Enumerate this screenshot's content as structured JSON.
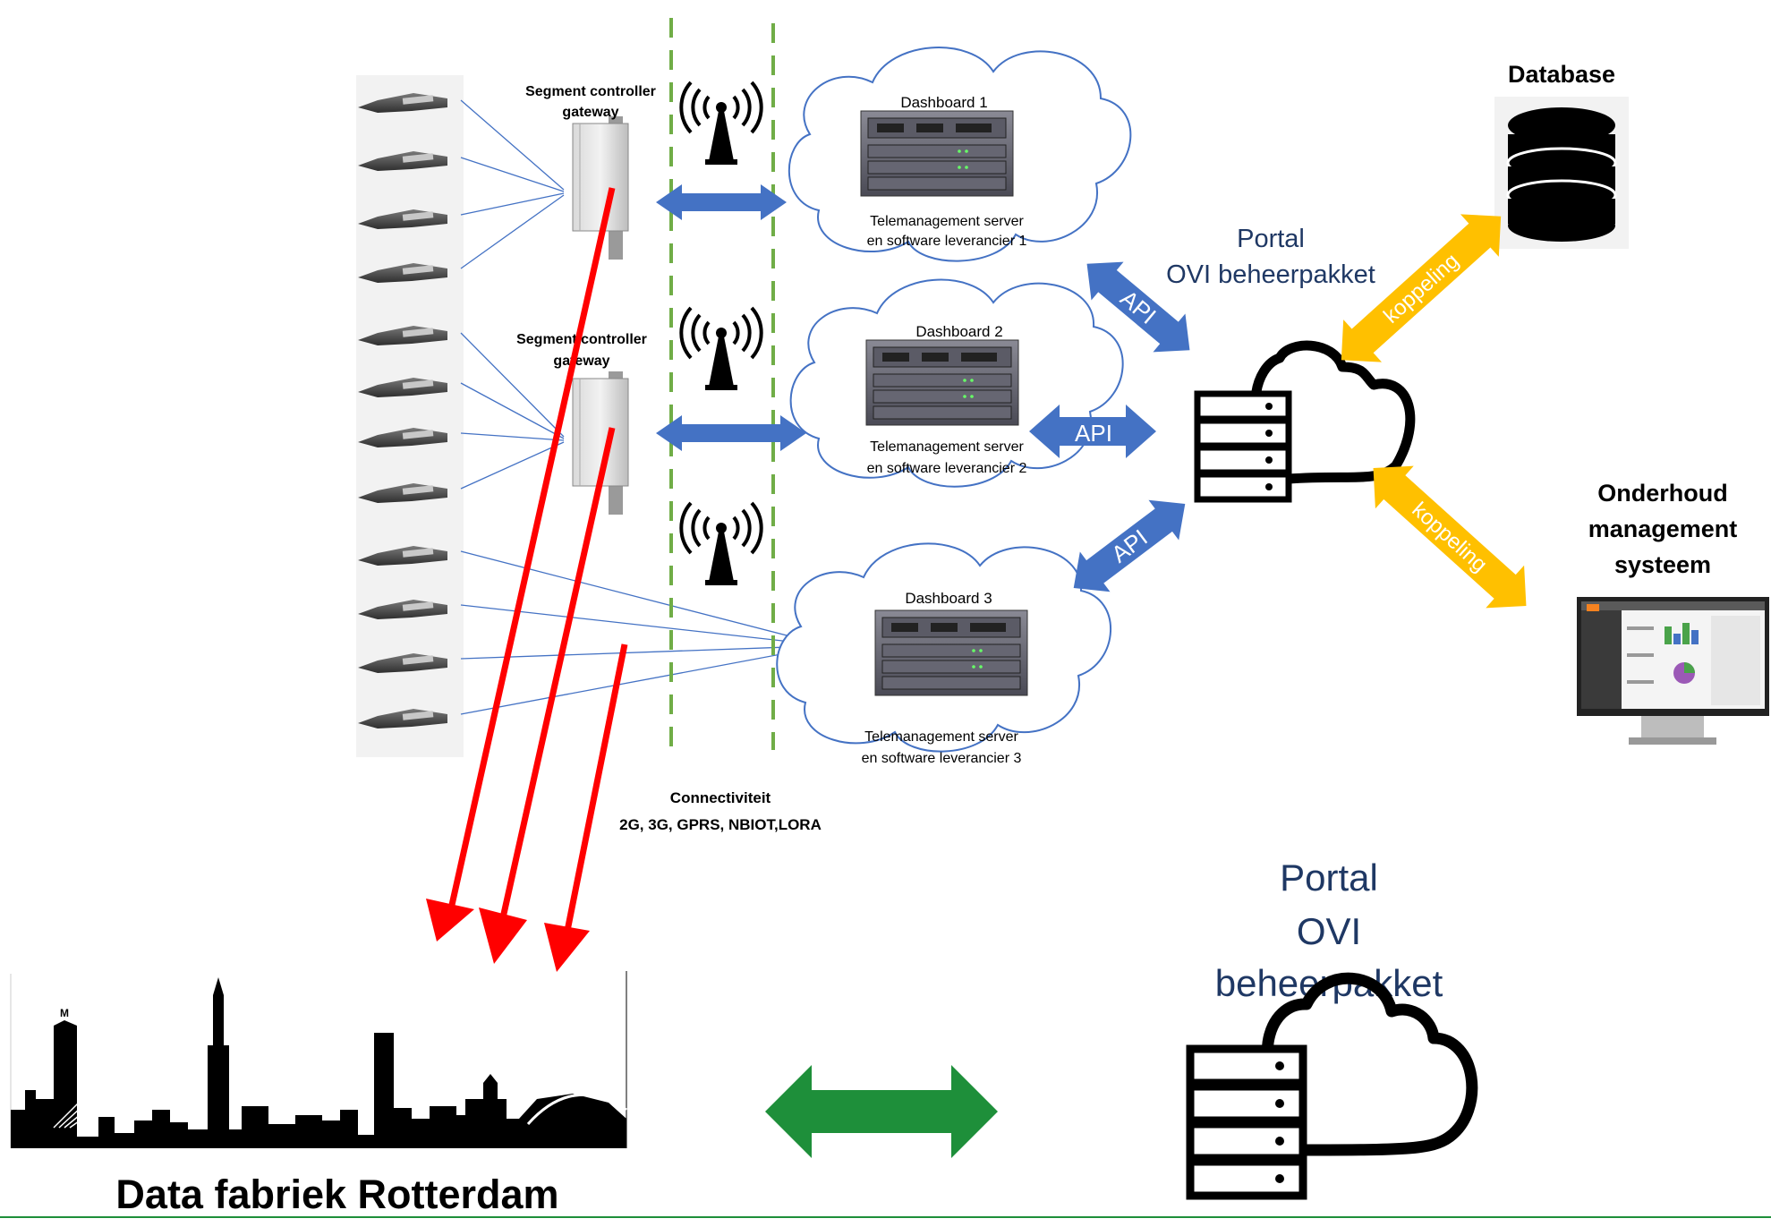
{
  "segment_controllers": [
    {
      "line1": "Segment controller",
      "line2": "gateway"
    },
    {
      "line1": "Segment controller",
      "line2": "gateway"
    }
  ],
  "dashboards": [
    {
      "title": "Dashboard 1",
      "line1": "Telemanagement server",
      "line2": "en software leverancier 1"
    },
    {
      "title": "Dashboard 2",
      "line1": "Telemanagement server",
      "line2": "en software  leverancier 2"
    },
    {
      "title": "Dashboard 3",
      "line1": "Telemanagement server",
      "line2": "en software  leverancier 3"
    }
  ],
  "api_labels": [
    "API",
    "API",
    "API"
  ],
  "portal_top": {
    "line1": "Portal",
    "line2": "OVI beheerpakket"
  },
  "database_label": "Database",
  "koppeling_labels": [
    "koppeling",
    "koppeling"
  ],
  "onderhoud": {
    "line1": "Onderhoud",
    "line2": "management",
    "line3": "systeem"
  },
  "connectiviteit": {
    "line1": "Connectiviteit",
    "line2": "2G, 3G, GPRS, NBIOT,LORA"
  },
  "data_fabriek_label": "Data fabriek Rotterdam",
  "portal_bottom": {
    "line1": "Portal",
    "line2": "OVI",
    "line3": "beheerpakket"
  },
  "colors": {
    "blue_arrow": "#4472c4",
    "orange_arrow": "#ffc000",
    "green_arrow": "#1e8f3a",
    "red_arrow": "#ff0000",
    "dashed_line": "#70ad47",
    "portal_text": "#1f3864"
  },
  "icons": [
    "street-light-icon",
    "antenna-icon",
    "server-rack-icon",
    "database-icon",
    "server-cloud-icon",
    "monitor-icon",
    "skyline-icon"
  ]
}
